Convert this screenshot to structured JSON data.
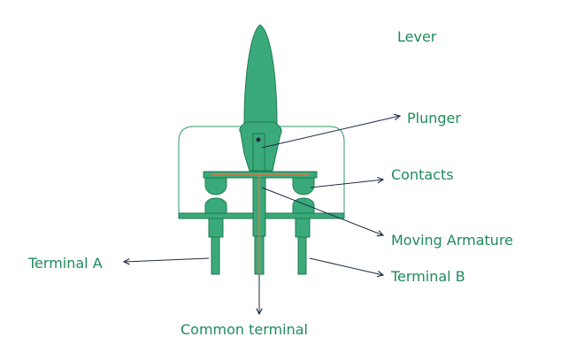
{
  "labels": {
    "lever": "Lever",
    "plunger": "Plunger",
    "contacts": "Contacts",
    "moving_armature": "Moving Armature",
    "terminal_a": "Terminal A",
    "terminal_b": "Terminal B",
    "common_terminal": "Common terminal"
  },
  "colors": {
    "label_text": "#1f8a5a",
    "part_fill": "#3aaa7a",
    "part_stroke": "#1f7a50",
    "housing_stroke": "#2e9a68",
    "armature": "#d9784a",
    "arrow": "#1c2a44",
    "plunger_dot": "#1c2a44"
  }
}
